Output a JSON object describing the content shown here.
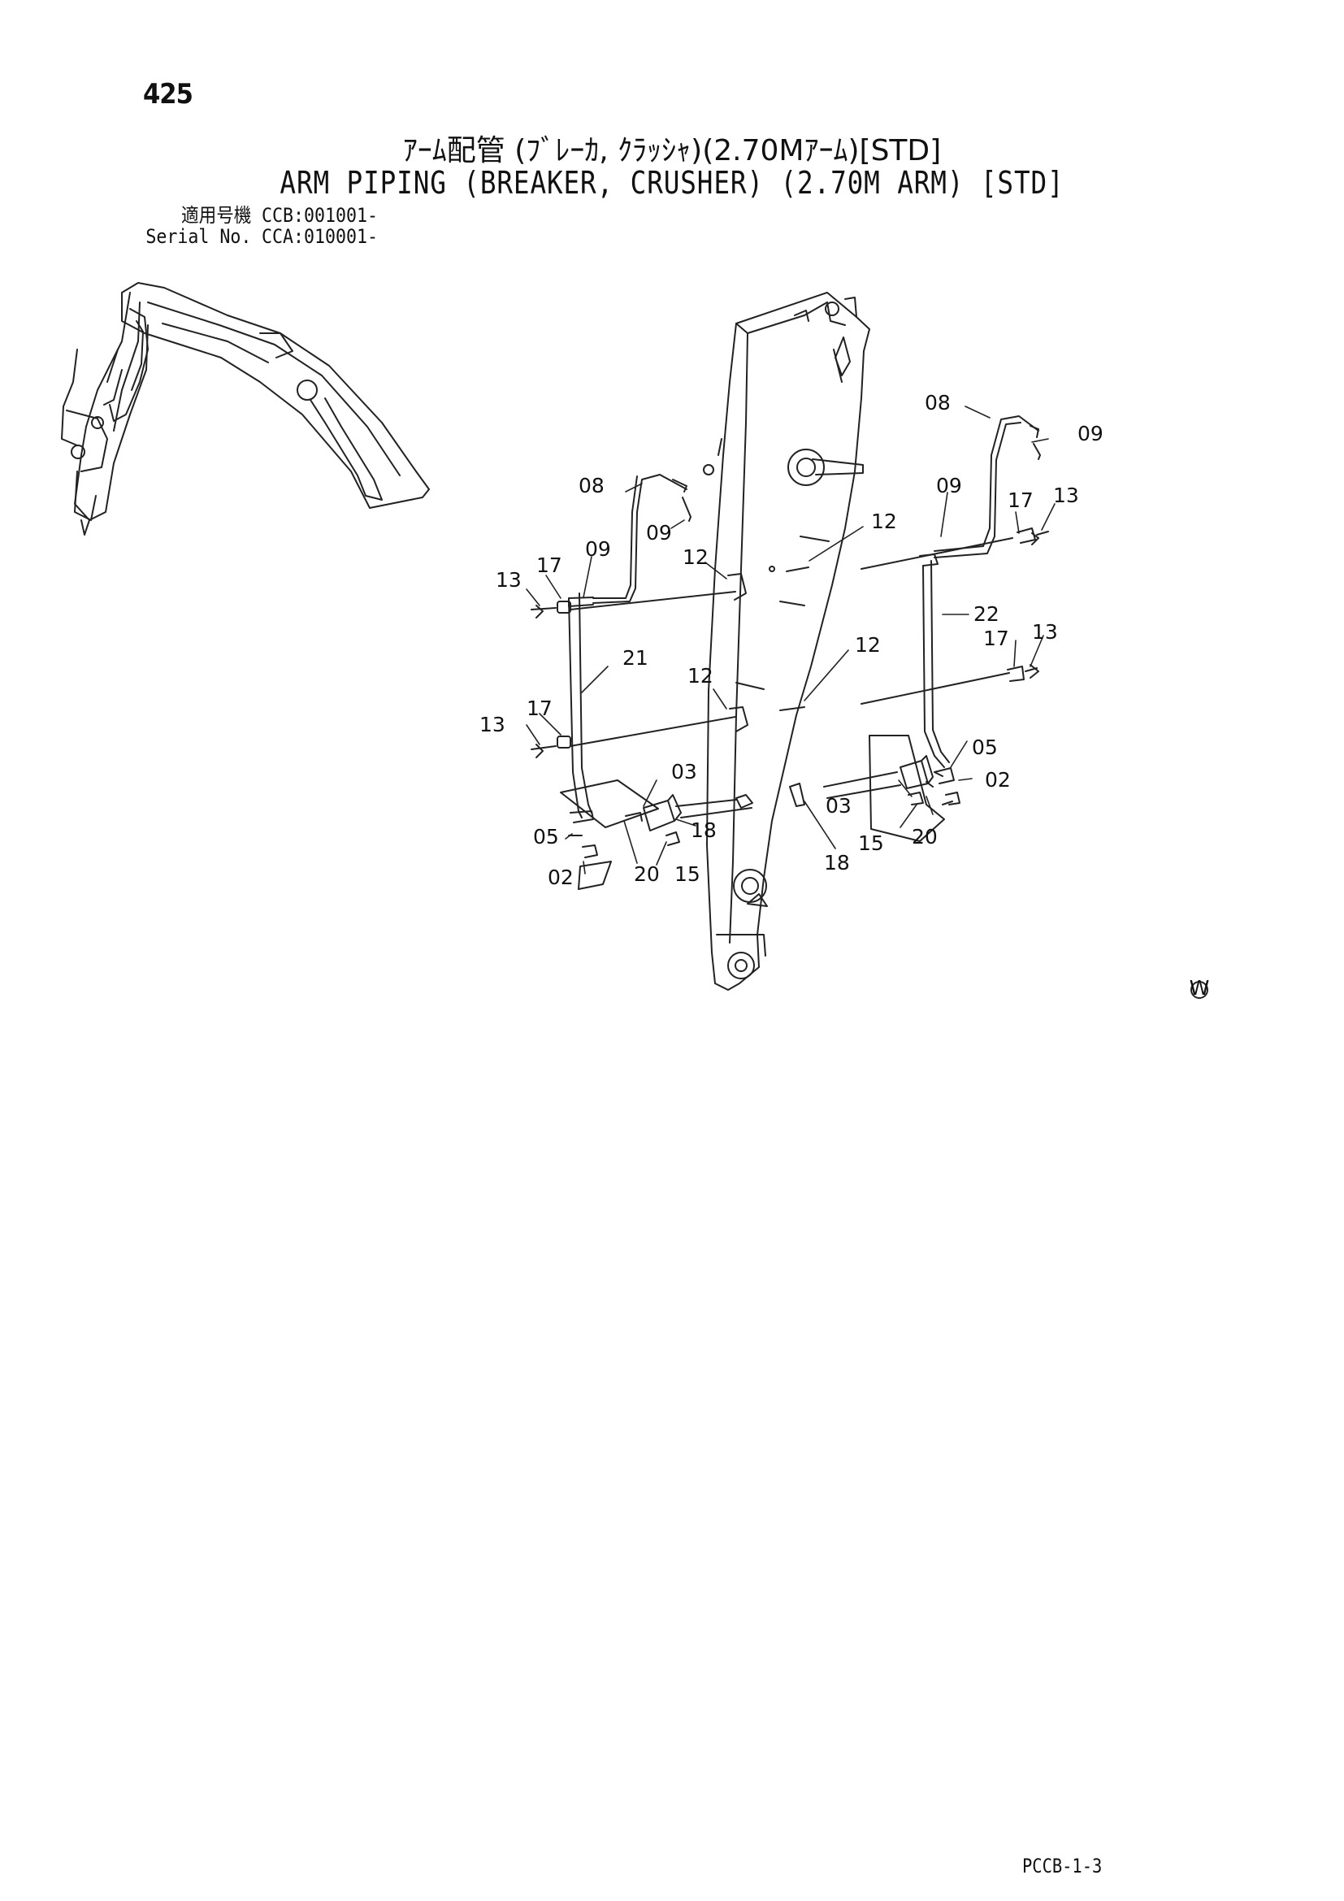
{
  "page": {
    "number": "425",
    "title_ja": "ｱｰﾑ配管 (ﾌﾞﾚｰｶ, ｸﾗｯｼｬ)(2.70Mｱｰﾑ)[STD]",
    "title_en": "ARM PIPING (BREAKER, CRUSHER) (2.70M ARM) [STD]",
    "footer_code": "PCCB-1-3"
  },
  "serial": [
    {
      "label": "適用号機",
      "value": "CCB:001001-"
    },
    {
      "label": "Serial No.",
      "value": "CCA:010001-"
    }
  ],
  "diagram": {
    "mark": "W",
    "callouts": {
      "c1": "08",
      "c2": "09",
      "c3": "13",
      "c4": "17",
      "c5": "09",
      "c6": "12",
      "c7": "21",
      "c8": "12",
      "c9": "13",
      "c10": "17",
      "c11": "03",
      "c12": "18",
      "c13": "05",
      "c14": "02",
      "c15": "20",
      "c16": "15",
      "c17": "12",
      "c18": "12",
      "c19": "08",
      "c20": "09",
      "c21": "09",
      "c22": "17",
      "c23": "13",
      "c24": "22",
      "c25": "17",
      "c26": "13",
      "c27": "05",
      "c28": "02",
      "c29": "03",
      "c30": "15",
      "c31": "20",
      "c32": "18"
    }
  }
}
